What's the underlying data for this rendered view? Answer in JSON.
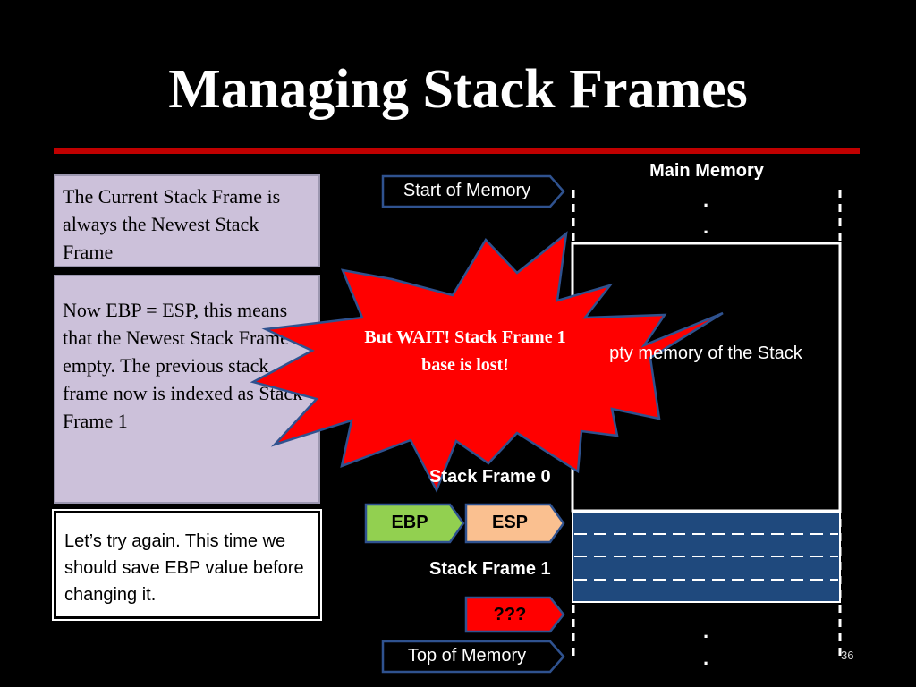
{
  "slide": {
    "title": "Managing Stack Frames",
    "page_number": "36",
    "accent_color": "#c00000"
  },
  "left_panel": {
    "box1_text": "The Current Stack Frame is always the Newest Stack Frame",
    "box2_text": "Now EBP = ESP, this means that the Newest Stack Frame is empty. The previous stack frame now is indexed as Stack Frame 1",
    "box3_text": "Let’s try again. This time we should save EBP value before changing it.",
    "box_bg_color": "#ccc1da"
  },
  "diagram": {
    "main_memory_label": "Main Memory",
    "start_of_memory": "Start of Memory",
    "top_of_memory": "Top of Memory",
    "empty_memory_text": "pty memory of the Stack",
    "stack_frame_0": "Stack Frame 0",
    "stack_frame_1": "Stack Frame 1",
    "ebp_label": "EBP",
    "esp_label": "ESP",
    "unknown_label": "???",
    "dot": ".",
    "burst_text": "But WAIT! Stack Frame 1 base is lost!",
    "colors": {
      "ebp": "#92d050",
      "esp": "#fac090",
      "unknown": "#ff0000",
      "stack_frame_fill": "#1f497d",
      "burst": "#ff0000",
      "pointer_outline": "#2f528f"
    }
  }
}
